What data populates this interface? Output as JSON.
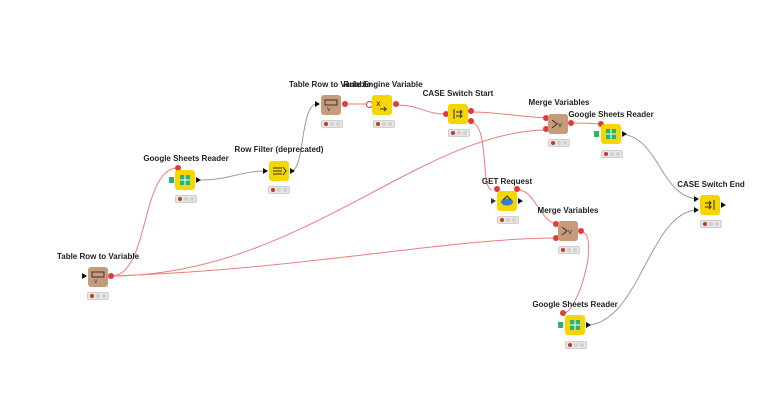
{
  "colors": {
    "variable_connection": "#ef6b6b",
    "data_connection": "#909090",
    "manipulator": "#f5d600",
    "other": "#c79b7a",
    "port_red": "#e03a3a",
    "status_red": "#c0392b"
  },
  "nodes": [
    {
      "id": "n1",
      "label": "Table Row to Variable",
      "icon": "table-row-to-variable-icon"
    },
    {
      "id": "n2",
      "label": "Google Sheets Reader",
      "icon": "google-sheets-icon"
    },
    {
      "id": "n3",
      "label": "Row Filter (deprecated)",
      "icon": "row-filter-icon"
    },
    {
      "id": "n4",
      "label": "Table Row to Variable",
      "icon": "table-row-to-variable-icon"
    },
    {
      "id": "n5",
      "label": "Rule Engine Variable",
      "icon": "rule-engine-icon"
    },
    {
      "id": "n6",
      "label": "CASE Switch Start",
      "icon": "case-switch-start-icon"
    },
    {
      "id": "n7",
      "label": "Merge Variables",
      "icon": "merge-variables-icon"
    },
    {
      "id": "n8",
      "label": "Google Sheets Reader",
      "icon": "google-sheets-icon"
    },
    {
      "id": "n9",
      "label": "GET Request",
      "icon": "get-request-icon"
    },
    {
      "id": "n10",
      "label": "Merge Variables",
      "icon": "merge-variables-icon"
    },
    {
      "id": "n11",
      "label": "Google Sheets Reader",
      "icon": "google-sheets-icon"
    },
    {
      "id": "n12",
      "label": "CASE Switch End",
      "icon": "case-switch-end-icon"
    }
  ]
}
